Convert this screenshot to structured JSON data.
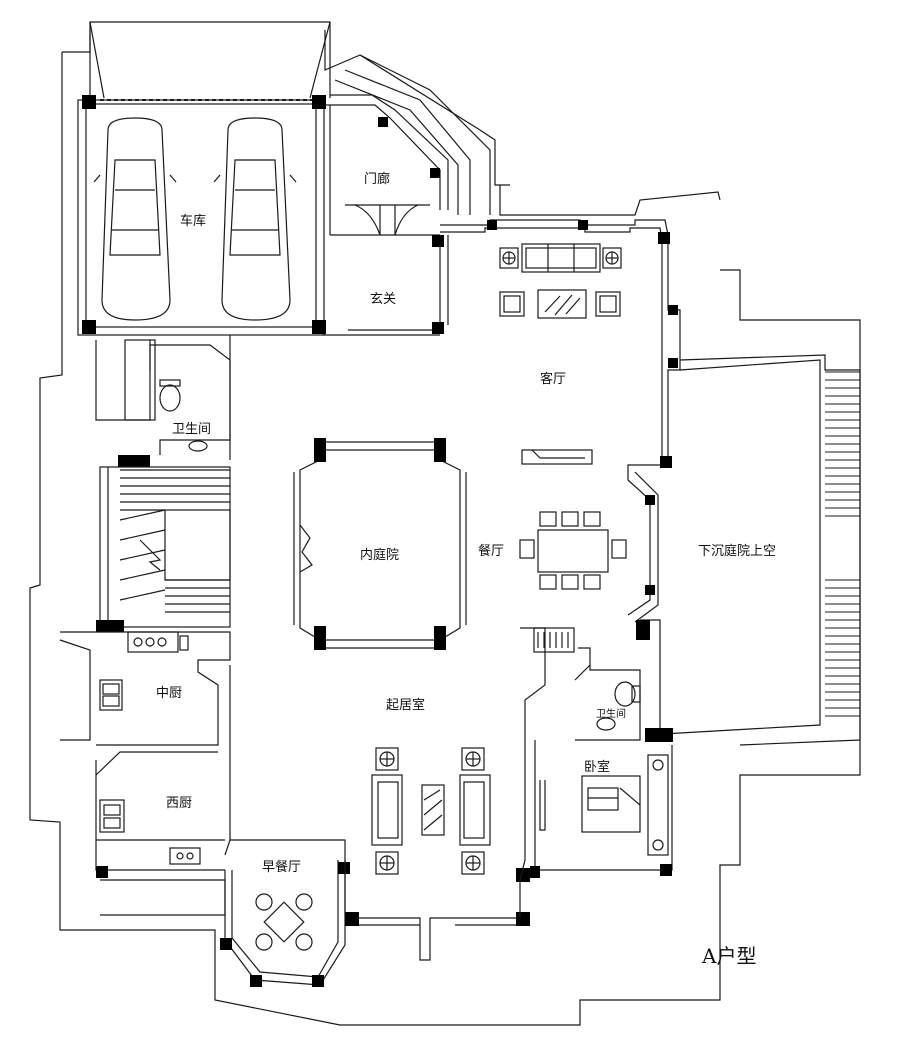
{
  "plan": {
    "title": "A户型",
    "rooms": {
      "garage": "车库",
      "porch": "门廊",
      "foyer": "玄关",
      "living_room": "客厅",
      "bathroom_1": "卫生间",
      "inner_courtyard": "内庭院",
      "dining_room": "餐厅",
      "sunken_courtyard_void": "下沉庭院上空",
      "chinese_kitchen": "中厨",
      "family_room": "起居室",
      "bathroom_2": "卫生间",
      "bedroom": "卧室",
      "western_kitchen": "西厨",
      "breakfast_room": "早餐厅"
    }
  },
  "colors": {
    "line": "#1a1a1a",
    "wall": "#000000",
    "background": "#ffffff"
  }
}
